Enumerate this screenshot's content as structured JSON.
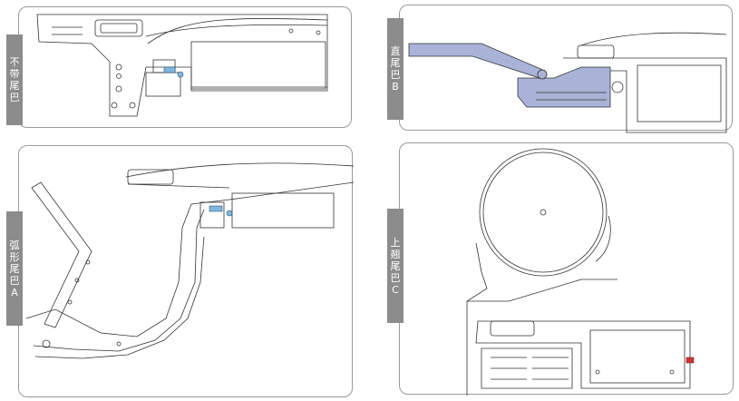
{
  "panels": [
    {
      "label": [
        "不",
        "带",
        "尾",
        "巴"
      ]
    },
    {
      "label": [
        "直",
        "尾",
        "巴",
        "B"
      ]
    },
    {
      "label": [
        "弧",
        "形",
        "尾",
        "巴",
        "A"
      ]
    },
    {
      "label": [
        "上",
        "翘",
        "尾",
        "巴",
        "C"
      ]
    }
  ],
  "colors": {
    "line": "#333333",
    "tag_bg": "#8c8c8c",
    "highlight_blue": "#a9b3d8",
    "highlight_cyan": "#7fb7e0",
    "accent_red": "#cc3333"
  }
}
